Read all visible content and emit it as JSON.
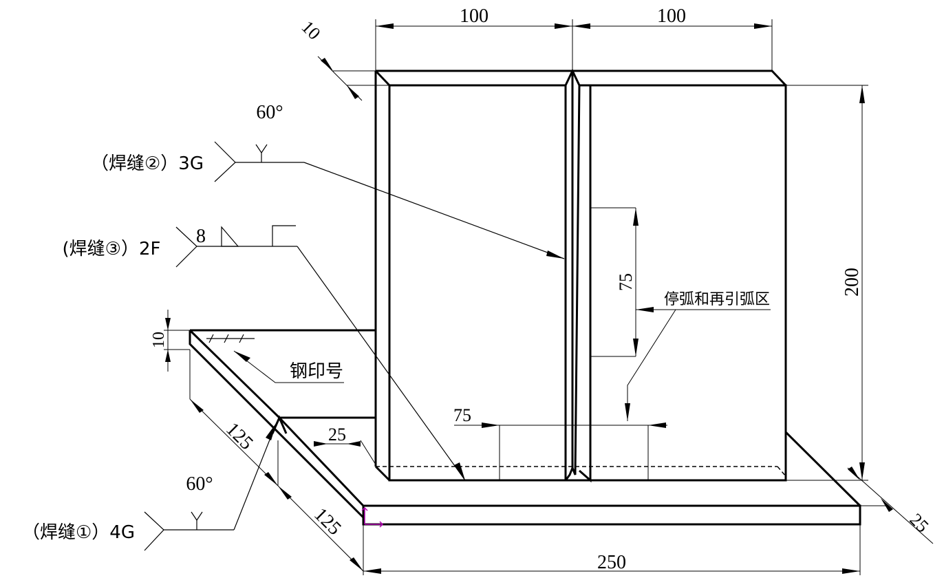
{
  "dimensions": {
    "top_left_width": "100",
    "top_right_width": "100",
    "height": "200",
    "base_length": "250",
    "thickness_top": "10",
    "thickness_side": "10",
    "slope_upper": "125",
    "slope_lower": "125",
    "inner_25": "25",
    "bottom_75": "75",
    "vertical_75": "75",
    "right_25": "25"
  },
  "labels": {
    "weld1": "（焊缝①）4G",
    "weld1_angle": "60°",
    "weld2": "（焊缝②）3G",
    "weld2_angle": "60°",
    "weld3": "(焊缝③）2F",
    "weld3_size": "8",
    "stamp": "钢印号",
    "arc_zone": "停弧和再引弧区"
  },
  "colors": {
    "line": "#000000",
    "origin_marker": "#b000b0"
  }
}
